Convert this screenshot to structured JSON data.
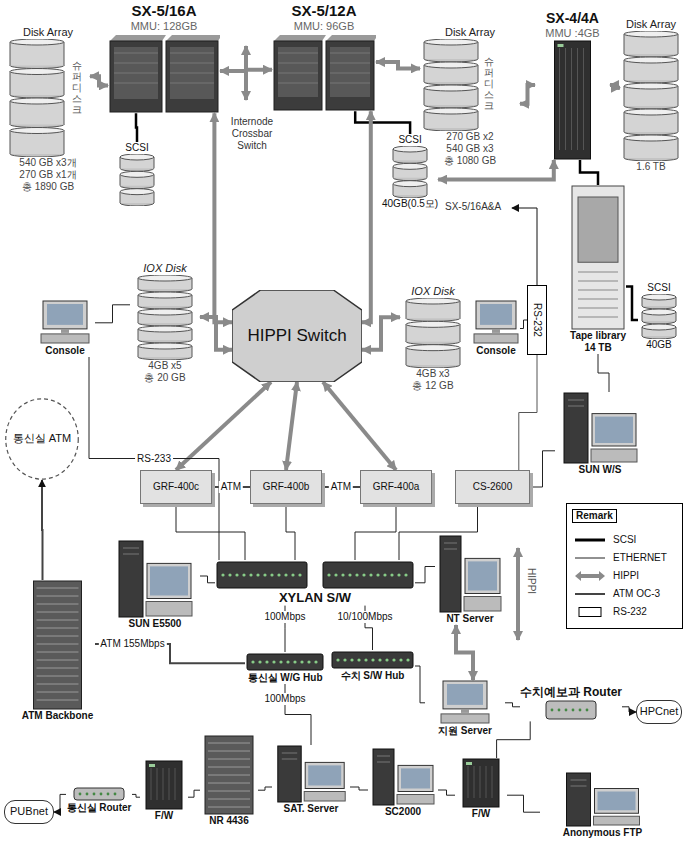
{
  "diagram": {
    "nodes": [
      {
        "text": [
          "SX-5/16A",
          "MMU: 128GB"
        ]
      },
      {
        "text": [
          "SX-5/12A",
          "MMU: 96GB"
        ]
      },
      {
        "text": [
          "SX-4/4A",
          "MMU :4GB"
        ]
      },
      {
        "text": [
          "Disk Array",
          "540 GB x3개",
          "270 GB x1개",
          "총 1890 GB"
        ]
      },
      {
        "text": [
          "SCSI"
        ]
      },
      {
        "text": [
          "Disk Array",
          "270 GB x2",
          "540 GB x3",
          "총 1080 GB"
        ]
      },
      {
        "text": [
          "SCSI",
          "40GB(0.5모)"
        ]
      },
      {
        "text": [
          "Disk Array",
          "1.6 TB"
        ]
      },
      {
        "text": [
          "HIPPI Switch"
        ]
      },
      {
        "text": [
          "IOX Disk",
          "4GB x5",
          "총 20 GB"
        ]
      },
      {
        "text": [
          "IOX Disk",
          "4GB x3",
          "총 12 GB"
        ]
      },
      {
        "text": [
          "Console"
        ]
      },
      {
        "text": [
          "Console"
        ]
      },
      {
        "text": [
          "RS-232"
        ]
      },
      {
        "text": [
          "Tape library",
          "14 TB"
        ]
      },
      {
        "text": [
          "SCSI",
          "40GB"
        ]
      },
      {
        "text": [
          "통신실 ATM"
        ]
      },
      {
        "text": [
          "GRF-400c"
        ]
      },
      {
        "text": [
          "GRF-400b"
        ]
      },
      {
        "text": [
          "GRF-400a"
        ]
      },
      {
        "text": [
          "CS-2600"
        ]
      },
      {
        "text": [
          "SUN W/S"
        ]
      },
      {
        "text": [
          "SUN E5500"
        ]
      },
      {
        "text": [
          "XYLAN S/W"
        ]
      },
      {
        "text": [
          "NT Server"
        ]
      },
      {
        "text": [
          "ATM Backbone"
        ]
      },
      {
        "text": [
          "통신실 W/G Hub"
        ]
      },
      {
        "text": [
          "수치 S/W Hub"
        ]
      },
      {
        "text": [
          "지원 Server"
        ]
      },
      {
        "text": [
          "수치예보과 Router"
        ]
      },
      {
        "text": [
          "HPCnet"
        ]
      },
      {
        "text": [
          "PUBnet"
        ]
      },
      {
        "text": [
          "통신실 Router"
        ]
      },
      {
        "text": [
          "F/W"
        ]
      },
      {
        "text": [
          "NR 4436"
        ]
      },
      {
        "text": [
          "SAT. Server"
        ]
      },
      {
        "text": [
          "SC2000"
        ]
      },
      {
        "text": [
          "F/W"
        ]
      },
      {
        "text": [
          "Anonymous FTP"
        ]
      }
    ],
    "edges": [
      {
        "from": 0,
        "to": 1,
        "arrow": "both"
      },
      {
        "from": 3,
        "to": 0,
        "arrow": "both"
      },
      {
        "from": 4,
        "to": 0,
        "arrow": "none"
      },
      {
        "from": 1,
        "to": 5,
        "arrow": "both"
      },
      {
        "from": 6,
        "to": 1,
        "arrow": "none"
      },
      {
        "from": 2,
        "to": 7,
        "arrow": "both"
      },
      {
        "from": 5,
        "to": 2,
        "arrow": "both"
      },
      {
        "from": 6,
        "to": 2,
        "arrow": "both"
      },
      {
        "from": 0,
        "to": 8,
        "arrow": "both"
      },
      {
        "from": 1,
        "to": 8,
        "arrow": "both"
      },
      {
        "from": 9,
        "to": 8,
        "arrow": "both"
      },
      {
        "from": 8,
        "to": 10,
        "arrow": "both"
      },
      {
        "from": 8,
        "to": 17,
        "arrow": "both"
      },
      {
        "from": 8,
        "to": 18,
        "arrow": "both"
      },
      {
        "from": 8,
        "to": 19,
        "arrow": "both"
      },
      {
        "from": 17,
        "to": 18,
        "arrow": "none",
        "label": "ATM"
      },
      {
        "from": 18,
        "to": 19,
        "arrow": "none",
        "label": "ATM"
      },
      {
        "from": 11,
        "to": 9,
        "arrow": "none"
      },
      {
        "from": 12,
        "to": 13,
        "arrow": "none"
      },
      {
        "from": 20,
        "to": 13,
        "arrow": "none"
      },
      {
        "from": 2,
        "to": 14,
        "arrow": "none"
      },
      {
        "from": 14,
        "to": 15,
        "arrow": "none"
      },
      {
        "from": 14,
        "to": 21,
        "arrow": "none"
      },
      {
        "from": 20,
        "to": 21,
        "arrow": "none"
      },
      {
        "from": 17,
        "to": 23,
        "arrow": "none"
      },
      {
        "from": 18,
        "to": 23,
        "arrow": "none"
      },
      {
        "from": 19,
        "to": 23,
        "arrow": "none"
      },
      {
        "from": 20,
        "to": 23,
        "arrow": "none"
      },
      {
        "from": 11,
        "to": 23,
        "arrow": "none",
        "label": "RS-233"
      },
      {
        "from": 22,
        "to": 23,
        "arrow": "none"
      },
      {
        "from": 23,
        "to": 24,
        "arrow": "none"
      },
      {
        "from": 25,
        "to": 16,
        "arrow": "to"
      },
      {
        "from": 25,
        "to": 26,
        "arrow": "none",
        "label": "ATM 155Mbps"
      },
      {
        "from": 23,
        "to": 26,
        "arrow": "none",
        "label": "100Mbps"
      },
      {
        "from": 23,
        "to": 27,
        "arrow": "none",
        "label": "10/100Mbps"
      },
      {
        "from": 24,
        "to": 28,
        "arrow": "both"
      },
      {
        "from": 27,
        "to": 28,
        "arrow": "none"
      },
      {
        "from": 28,
        "to": 29,
        "arrow": "none"
      },
      {
        "from": 29,
        "to": 30,
        "arrow": "to"
      },
      {
        "from": 26,
        "to": 35,
        "arrow": "none",
        "label": "100Mbps"
      },
      {
        "from": 32,
        "to": 31,
        "arrow": "to"
      },
      {
        "from": 32,
        "to": 33,
        "arrow": "none"
      },
      {
        "from": 33,
        "to": 34,
        "arrow": "none"
      },
      {
        "from": 34,
        "to": 35,
        "arrow": "none"
      },
      {
        "from": 35,
        "to": 36,
        "arrow": "none"
      },
      {
        "from": 36,
        "to": 37,
        "arrow": "none"
      },
      {
        "from": 37,
        "to": 38,
        "arrow": "none"
      },
      {
        "from": 37,
        "to": 29,
        "arrow": "none"
      }
    ],
    "labels": [
      "Internode Crossbar Switch",
      "SX-5/16A&A",
      "HIPPI",
      "Remark",
      "슈퍼디스크",
      "슈퍼디스크"
    ],
    "legend": [
      {
        "text": "SCSI"
      },
      {
        "text": "ETHERNET"
      },
      {
        "text": "HIPPI"
      },
      {
        "text": "ATM OC-3"
      },
      {
        "text": "RS-232"
      }
    ]
  }
}
